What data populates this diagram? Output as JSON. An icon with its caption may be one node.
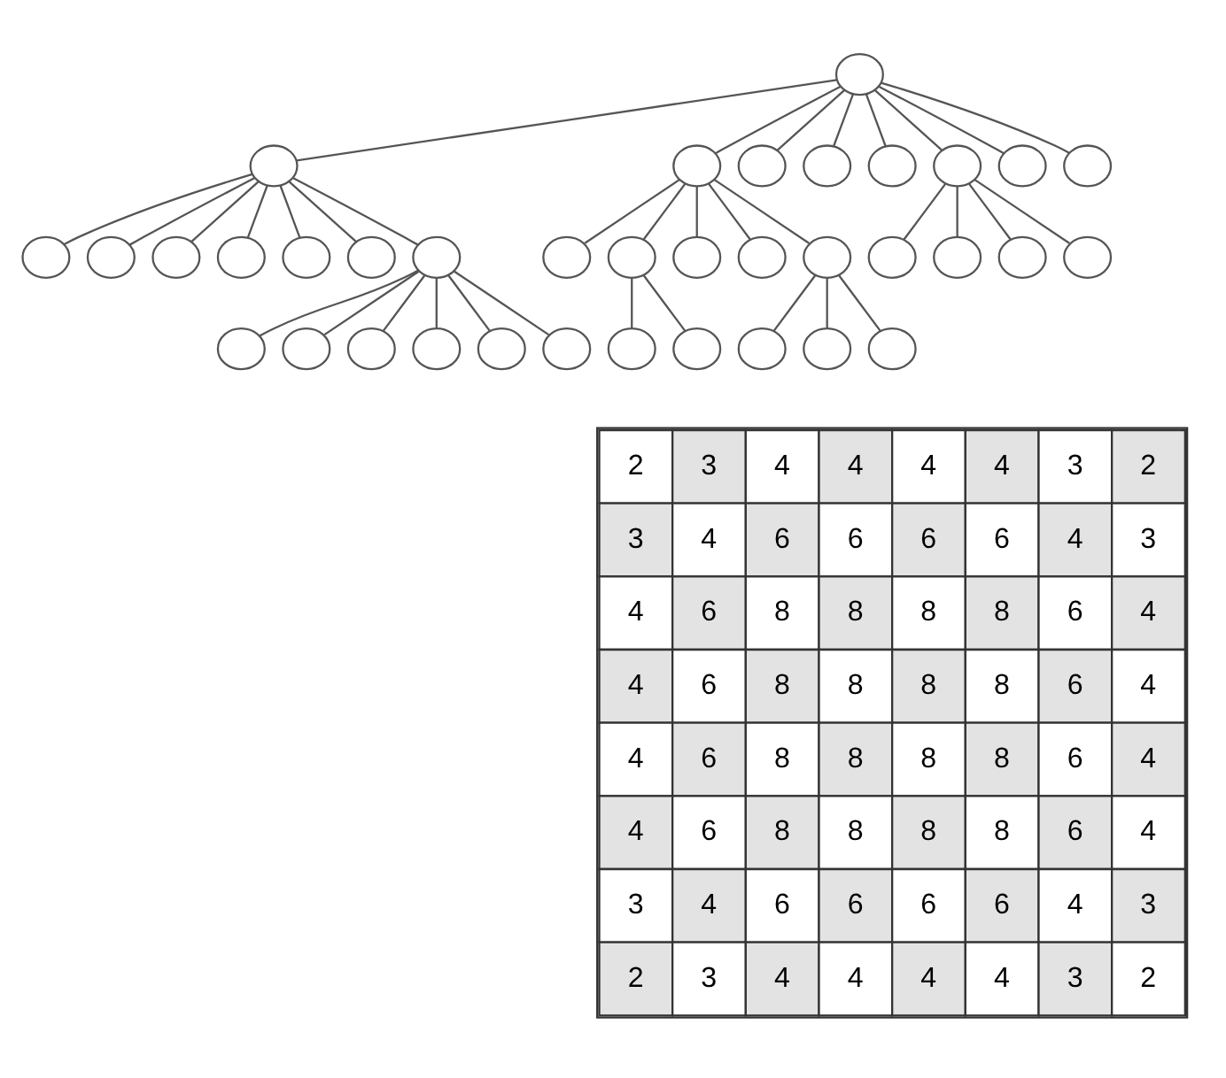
{
  "diagram": {
    "nodes": [
      {
        "text": [],
        "shape": "circle"
      },
      {
        "text": [],
        "shape": "circle"
      },
      {
        "text": [],
        "shape": "circle"
      },
      {
        "text": [],
        "shape": "circle"
      },
      {
        "text": [],
        "shape": "circle"
      },
      {
        "text": [],
        "shape": "circle"
      },
      {
        "text": [],
        "shape": "circle"
      },
      {
        "text": [],
        "shape": "circle"
      },
      {
        "text": [],
        "shape": "circle"
      },
      {
        "text": [],
        "shape": "circle"
      },
      {
        "text": [],
        "shape": "circle"
      },
      {
        "text": [],
        "shape": "circle"
      },
      {
        "text": [],
        "shape": "circle"
      },
      {
        "text": [],
        "shape": "circle"
      },
      {
        "text": [],
        "shape": "circle"
      },
      {
        "text": [],
        "shape": "circle"
      },
      {
        "text": [],
        "shape": "circle"
      },
      {
        "text": [],
        "shape": "circle"
      },
      {
        "text": [],
        "shape": "circle"
      },
      {
        "text": [],
        "shape": "circle"
      },
      {
        "text": [],
        "shape": "circle"
      },
      {
        "text": [],
        "shape": "circle"
      },
      {
        "text": [],
        "shape": "circle"
      },
      {
        "text": [],
        "shape": "circle"
      },
      {
        "text": [],
        "shape": "circle"
      },
      {
        "text": [],
        "shape": "circle"
      },
      {
        "text": [],
        "shape": "circle"
      },
      {
        "text": [],
        "shape": "circle"
      },
      {
        "text": [],
        "shape": "circle"
      },
      {
        "text": [],
        "shape": "circle"
      },
      {
        "text": [],
        "shape": "circle"
      },
      {
        "text": [],
        "shape": "circle"
      },
      {
        "text": [],
        "shape": "circle"
      },
      {
        "text": [],
        "shape": "circle"
      },
      {
        "text": [],
        "shape": "circle"
      },
      {
        "text": [],
        "shape": "circle"
      }
    ],
    "edges": [
      {
        "from": 0,
        "to": 1,
        "arrow": "none"
      },
      {
        "from": 0,
        "to": 2,
        "arrow": "none"
      },
      {
        "from": 0,
        "to": 3,
        "arrow": "none"
      },
      {
        "from": 0,
        "to": 4,
        "arrow": "none"
      },
      {
        "from": 0,
        "to": 5,
        "arrow": "none"
      },
      {
        "from": 0,
        "to": 6,
        "arrow": "none"
      },
      {
        "from": 0,
        "to": 7,
        "arrow": "none"
      },
      {
        "from": 0,
        "to": 8,
        "arrow": "none"
      },
      {
        "from": 1,
        "to": 9,
        "arrow": "none"
      },
      {
        "from": 1,
        "to": 10,
        "arrow": "none"
      },
      {
        "from": 1,
        "to": 11,
        "arrow": "none"
      },
      {
        "from": 1,
        "to": 12,
        "arrow": "none"
      },
      {
        "from": 1,
        "to": 13,
        "arrow": "none"
      },
      {
        "from": 1,
        "to": 14,
        "arrow": "none"
      },
      {
        "from": 1,
        "to": 15,
        "arrow": "none"
      },
      {
        "from": 2,
        "to": 16,
        "arrow": "none"
      },
      {
        "from": 2,
        "to": 17,
        "arrow": "none"
      },
      {
        "from": 2,
        "to": 18,
        "arrow": "none"
      },
      {
        "from": 2,
        "to": 19,
        "arrow": "none"
      },
      {
        "from": 2,
        "to": 20,
        "arrow": "none"
      },
      {
        "from": 6,
        "to": 21,
        "arrow": "none"
      },
      {
        "from": 6,
        "to": 22,
        "arrow": "none"
      },
      {
        "from": 6,
        "to": 23,
        "arrow": "none"
      },
      {
        "from": 6,
        "to": 24,
        "arrow": "none"
      },
      {
        "from": 15,
        "to": 25,
        "arrow": "none"
      },
      {
        "from": 15,
        "to": 26,
        "arrow": "none"
      },
      {
        "from": 15,
        "to": 27,
        "arrow": "none"
      },
      {
        "from": 15,
        "to": 28,
        "arrow": "none"
      },
      {
        "from": 15,
        "to": 29,
        "arrow": "none"
      },
      {
        "from": 15,
        "to": 30,
        "arrow": "none"
      },
      {
        "from": 17,
        "to": 31,
        "arrow": "none"
      },
      {
        "from": 17,
        "to": 32,
        "arrow": "none"
      },
      {
        "from": 20,
        "to": 33,
        "arrow": "none"
      },
      {
        "from": 20,
        "to": 34,
        "arrow": "none"
      },
      {
        "from": 20,
        "to": 35,
        "arrow": "none"
      }
    ],
    "labels": [
      "2",
      "3",
      "4",
      "4",
      "4",
      "4",
      "3",
      "2",
      "3",
      "4",
      "6",
      "6",
      "6",
      "6",
      "4",
      "3",
      "4",
      "6",
      "8",
      "8",
      "8",
      "8",
      "6",
      "4",
      "4",
      "6",
      "8",
      "8",
      "8",
      "8",
      "6",
      "4",
      "4",
      "6",
      "8",
      "8",
      "8",
      "8",
      "6",
      "4",
      "4",
      "6",
      "8",
      "8",
      "8",
      "8",
      "6",
      "4",
      "3",
      "4",
      "6",
      "6",
      "6",
      "6",
      "4",
      "3",
      "2",
      "3",
      "4",
      "4",
      "4",
      "4",
      "3",
      "2"
    ]
  }
}
